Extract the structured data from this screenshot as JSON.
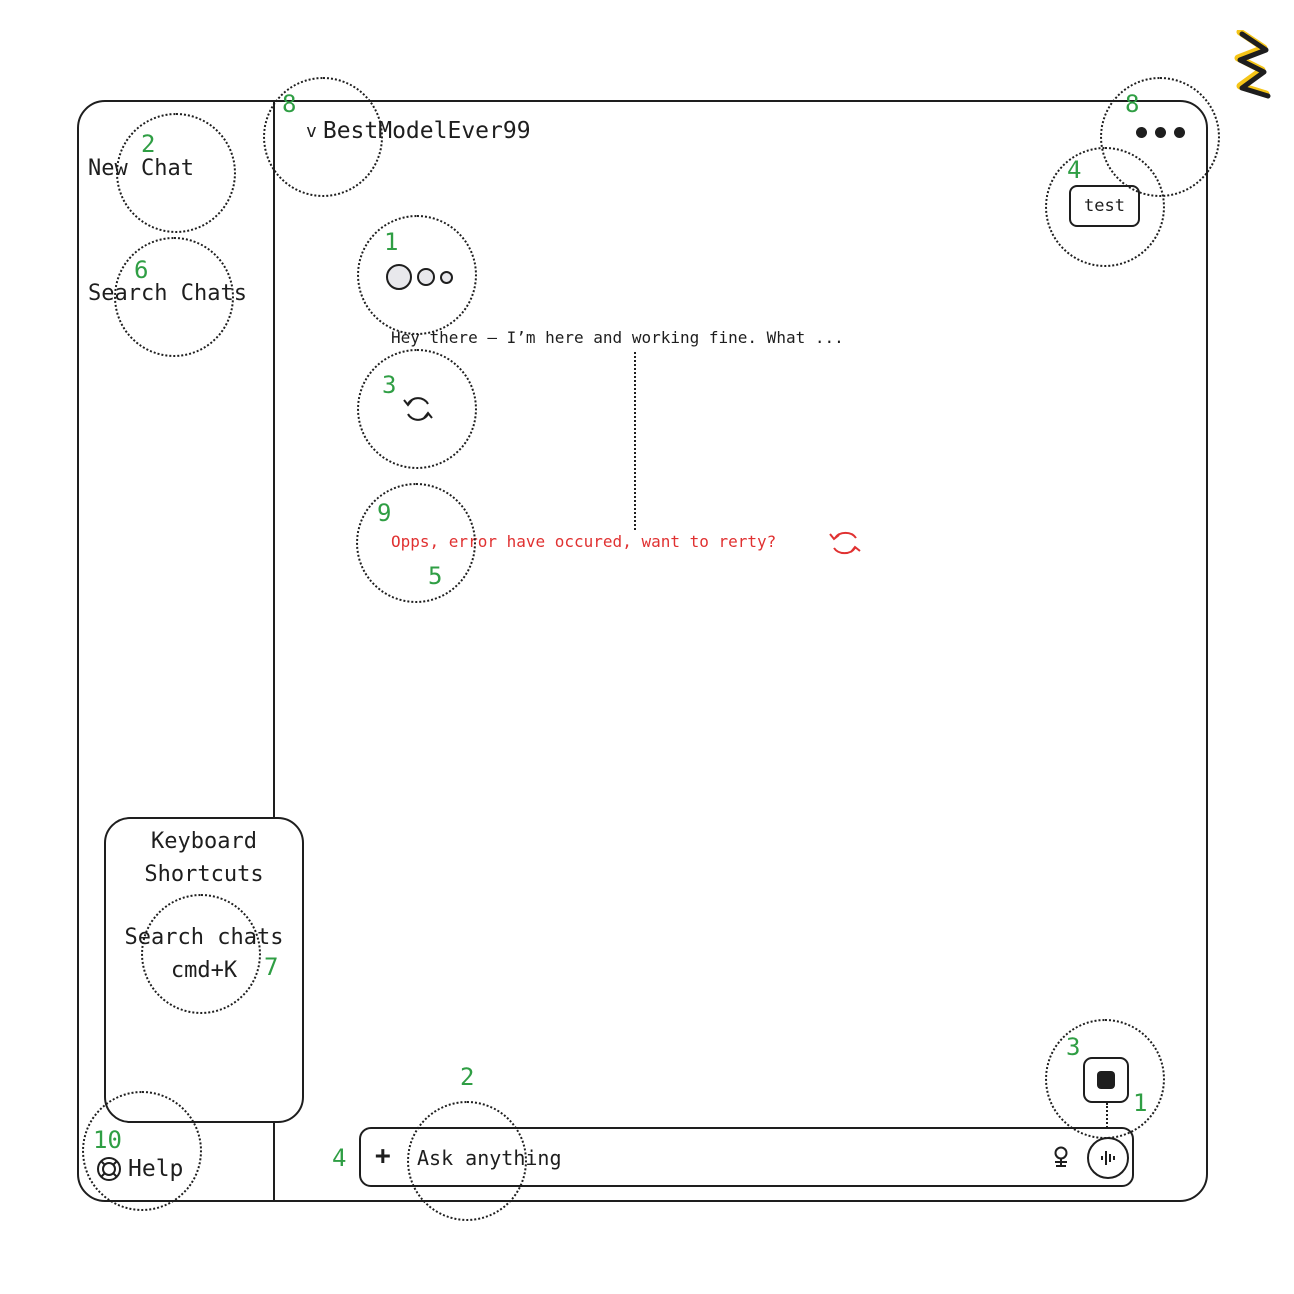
{
  "logo": {
    "icon": "zigzag-logo-icon",
    "colors": {
      "stroke": "#1e1e1e",
      "highlight": "#f5c518"
    }
  },
  "sidebar": {
    "new_chat": "New Chat",
    "search_chats": "Search Chats",
    "keyboard_shortcuts": {
      "title_line1": "Keyboard",
      "title_line2": "Shortcuts",
      "items": [
        {
          "label": "Search chats",
          "keys": "cmd+K"
        }
      ]
    },
    "help": {
      "label": "Help",
      "icon": "lifebuoy-icon"
    }
  },
  "header": {
    "model_chevron": "v",
    "model_name": "BestModelEver99",
    "more_icon": "more-horizontal-icon",
    "test_button": "test"
  },
  "chat": {
    "typing_indicator_icon": "typing-dots-icon",
    "assistant_message": "Hey there – I’m here and working fine. What ...",
    "regenerate_icon": "refresh-icon",
    "error_message": "Opps, error have occured, want to rerty?",
    "error_retry_icon": "refresh-icon",
    "error_color": "#e03131"
  },
  "composer": {
    "plus_label": "+",
    "placeholder": "Ask anything",
    "bulb_icon": "lightbulb-icon",
    "voice_icon": "voice-waveform-icon",
    "stop_icon": "stop-icon"
  },
  "annotations": {
    "color": "#2f9e44",
    "labels": {
      "new_chat": "2",
      "model_select": "8",
      "more_menu": "8",
      "test_button": "4",
      "typing": "1",
      "search_chats": "6",
      "regenerate": "3",
      "error": "9",
      "error_retry": "5",
      "shortcut": "7",
      "help": "10",
      "composer_input": "2",
      "composer": "4",
      "stop": "3",
      "stop_voice": "1"
    }
  }
}
